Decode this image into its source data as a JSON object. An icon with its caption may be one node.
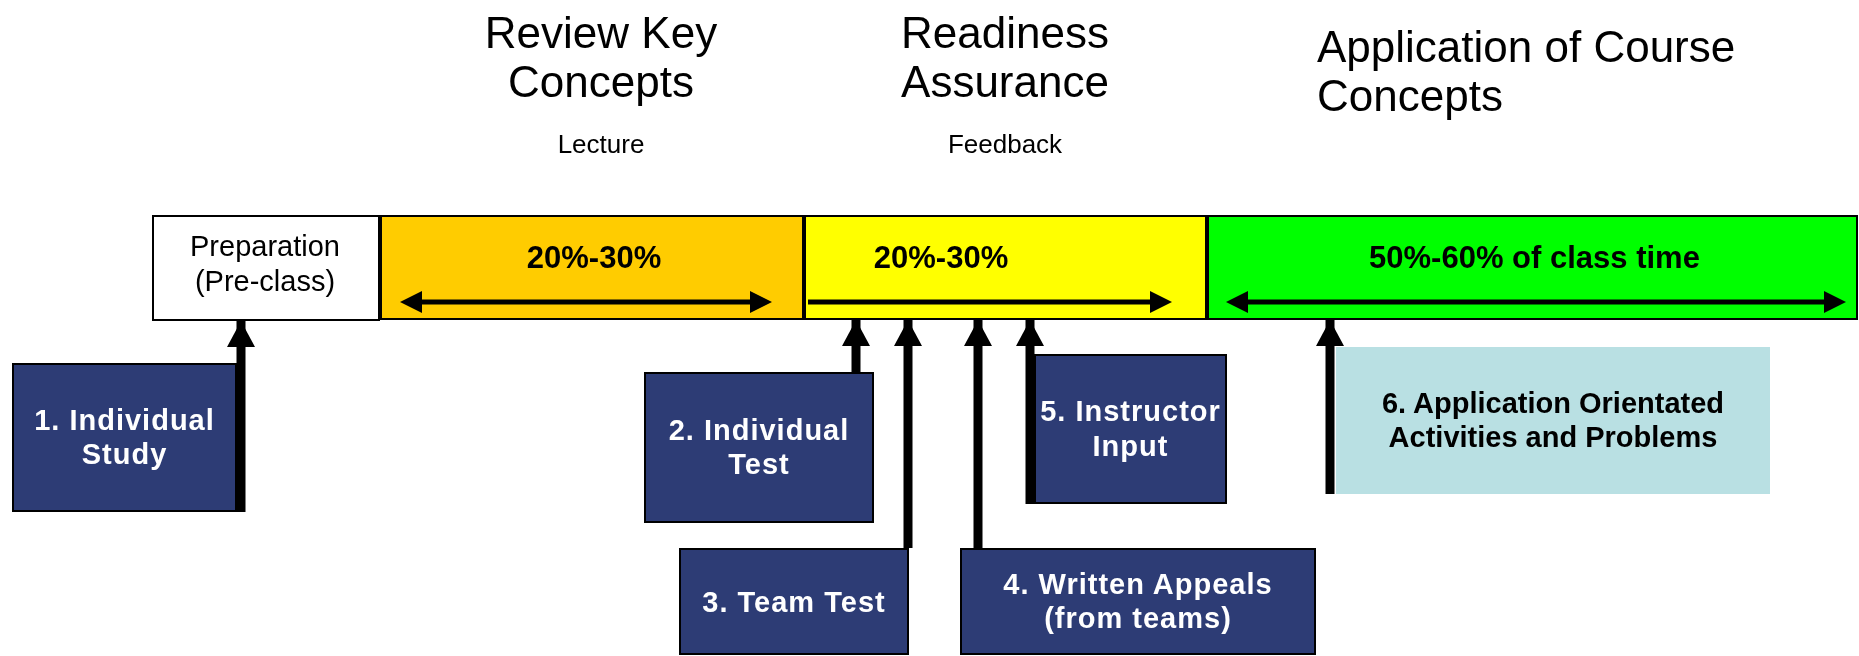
{
  "diagram": {
    "nodes": [
      {
        "text": [
          "Preparation (Pre-class)"
        ]
      },
      {
        "text": [
          "20%-30%"
        ]
      },
      {
        "text": [
          "20%-30%"
        ]
      },
      {
        "text": [
          "50%-60% of class time"
        ]
      },
      {
        "text": [
          "1. Individual Study"
        ]
      },
      {
        "text": [
          "2. Individual Test"
        ]
      },
      {
        "text": [
          "3. Team Test"
        ]
      },
      {
        "text": [
          "4. Written Appeals (from teams)"
        ]
      },
      {
        "text": [
          "5. Instructor Input"
        ]
      },
      {
        "text": [
          "6. Application Orientated Activities and Problems"
        ]
      }
    ],
    "edges": [
      {
        "from": 4,
        "to": 0,
        "arrow": "to"
      },
      {
        "from": 5,
        "to": 2,
        "arrow": "to"
      },
      {
        "from": 6,
        "to": 2,
        "arrow": "to"
      },
      {
        "from": 7,
        "to": 2,
        "arrow": "to"
      },
      {
        "from": 8,
        "to": 2,
        "arrow": "to"
      },
      {
        "from": 9,
        "to": 3,
        "arrow": "to"
      }
    ],
    "labels": [
      "Review Key Concepts",
      "Lecture",
      "Readiness Assurance",
      "Feedback",
      "Application of Course Concepts"
    ]
  }
}
